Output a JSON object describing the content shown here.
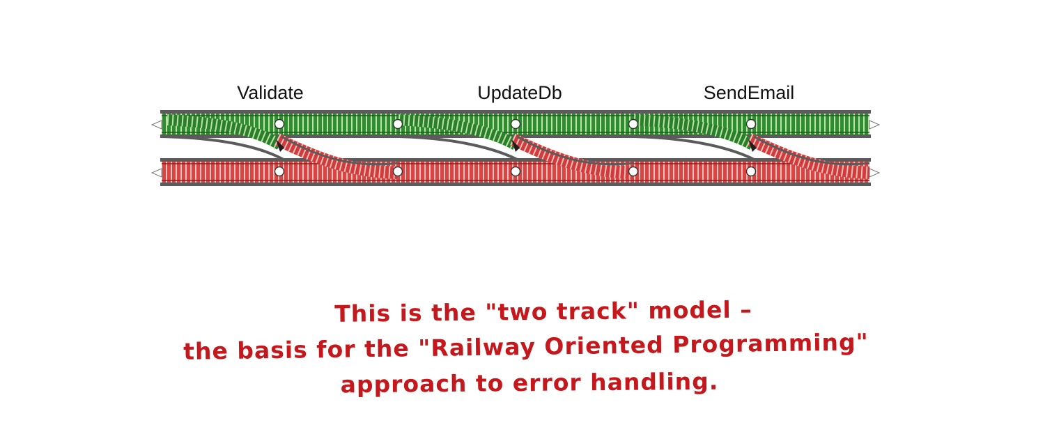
{
  "diagram": {
    "functions": [
      "Validate",
      "UpdateDb",
      "SendEmail"
    ],
    "colors": {
      "success_track": "#2e8b2e",
      "failure_track": "#d63a3a",
      "rail": "#5b5b5b",
      "caption": "#c4181c"
    }
  },
  "caption": {
    "line1": "This is the \"two track\" model –",
    "line2": "the basis for the \"Railway Oriented Programming\"",
    "line3": "approach to error handling."
  }
}
